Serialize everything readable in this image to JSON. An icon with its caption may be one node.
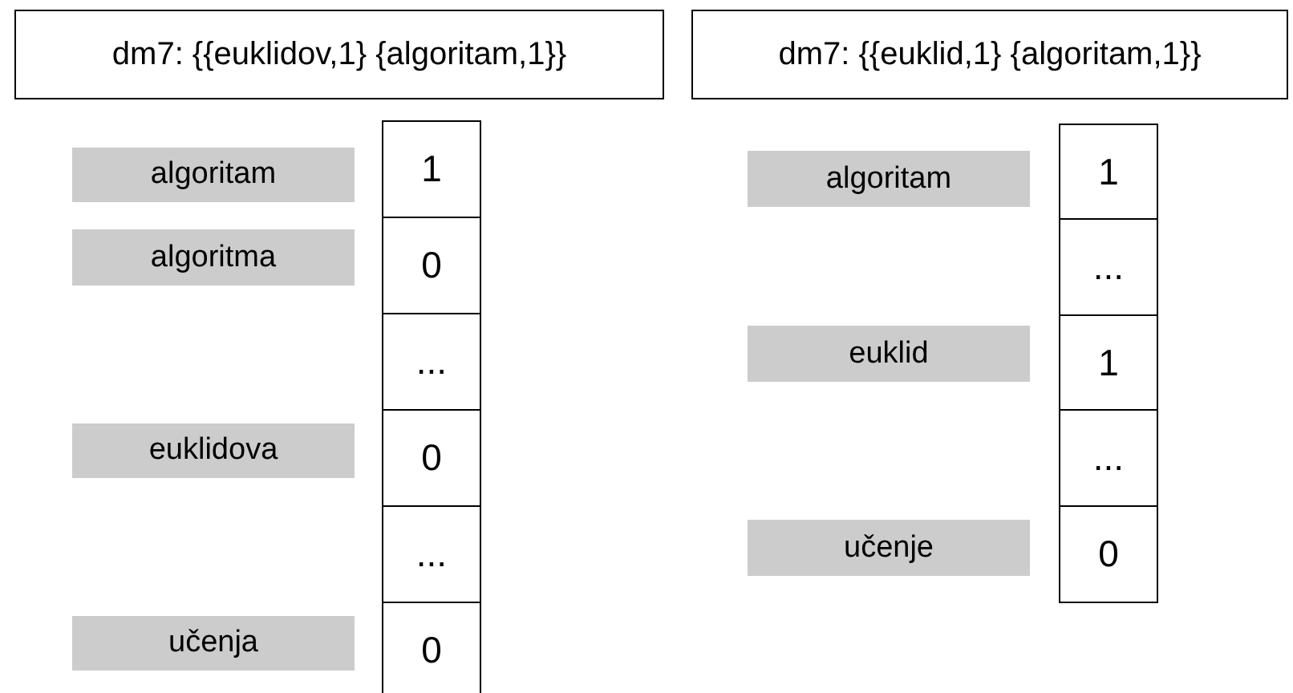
{
  "diagram": {
    "nodes": [
      {
        "text": [
          "dm7: {{euklidov,1} {algoritam,1}}"
        ]
      },
      {
        "text": [
          "dm7: {{euklid,1} {algoritam,1}}"
        ]
      },
      {
        "text": [
          "algoritam"
        ]
      },
      {
        "text": [
          "1"
        ]
      },
      {
        "text": [
          "algoritma"
        ]
      },
      {
        "text": [
          "0"
        ]
      },
      {
        "text": [
          "..."
        ]
      },
      {
        "text": [
          "euklidova"
        ]
      },
      {
        "text": [
          "0"
        ]
      },
      {
        "text": [
          "..."
        ]
      },
      {
        "text": [
          "učenja"
        ]
      },
      {
        "text": [
          "0"
        ]
      },
      {
        "text": [
          "algoritam"
        ]
      },
      {
        "text": [
          "1"
        ]
      },
      {
        "text": [
          "..."
        ]
      },
      {
        "text": [
          "euklid"
        ]
      },
      {
        "text": [
          "1"
        ]
      },
      {
        "text": [
          "..."
        ]
      },
      {
        "text": [
          "učenje"
        ]
      },
      {
        "text": [
          "0"
        ]
      }
    ]
  }
}
